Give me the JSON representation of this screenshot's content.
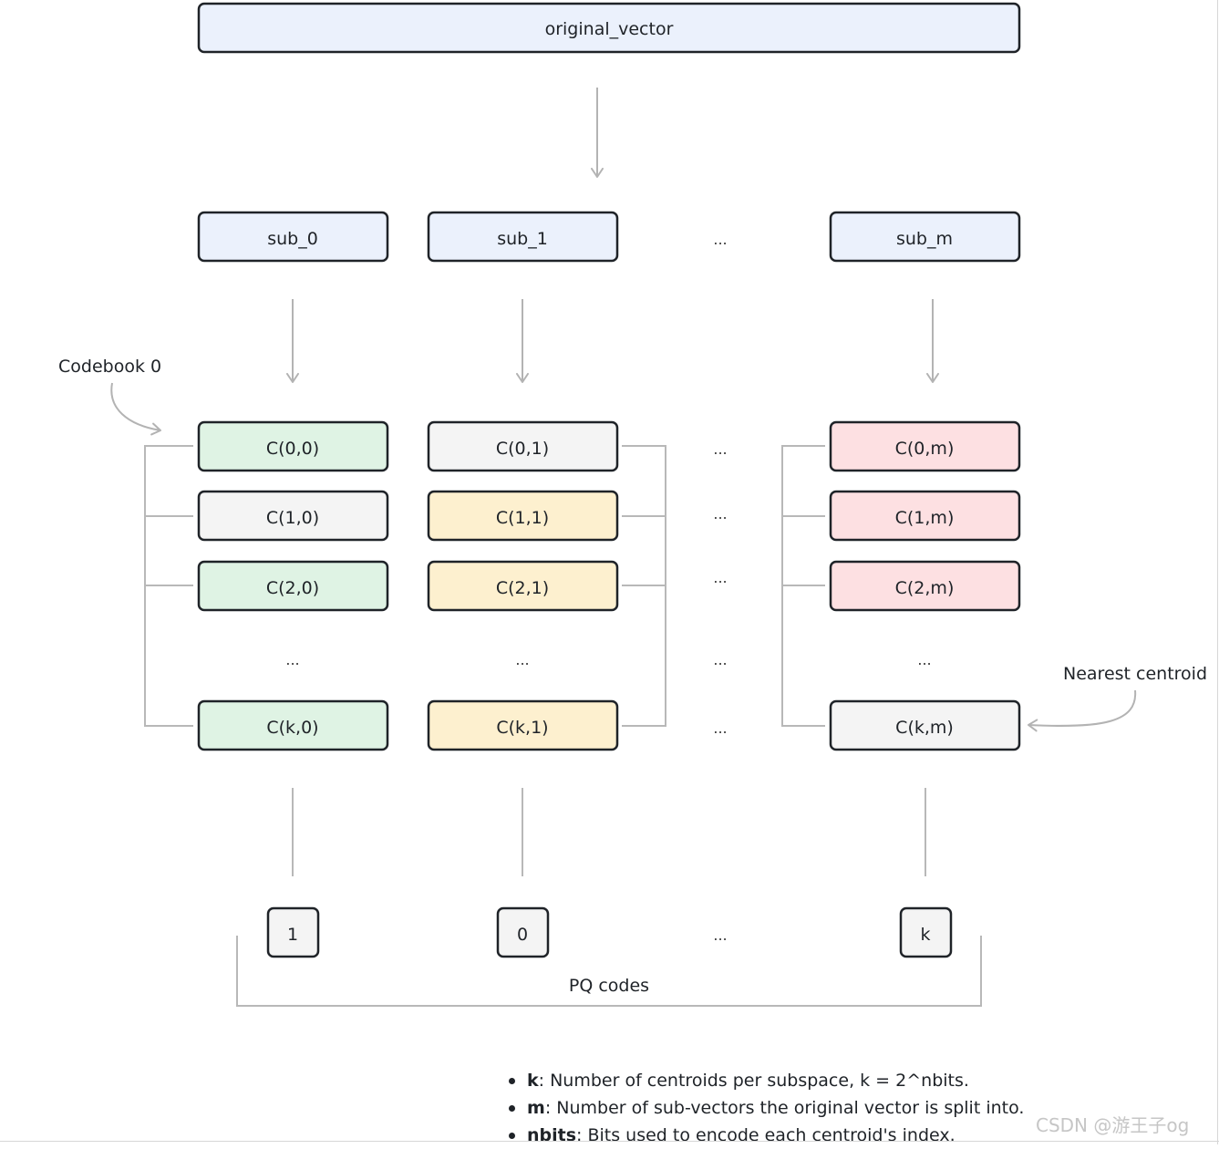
{
  "title_box": "original_vector",
  "subvectors": [
    "sub_0",
    "sub_1",
    "sub_m"
  ],
  "codebook_label": "Codebook 0",
  "nearest_label": "Nearest centroid",
  "codebooks": [
    {
      "id": "col0",
      "cells": [
        "C(0,0)",
        "C(1,0)",
        "C(2,0)",
        "...",
        "C(k,0)"
      ],
      "fills": [
        "#dff3e4",
        "#f4f4f4",
        "#dff3e4",
        null,
        "#dff3e4"
      ]
    },
    {
      "id": "col1",
      "cells": [
        "C(0,1)",
        "C(1,1)",
        "C(2,1)",
        "...",
        "C(k,1)"
      ],
      "fills": [
        "#f4f4f4",
        "#fdf0cf",
        "#fdf0cf",
        null,
        "#fdf0cf"
      ]
    },
    {
      "id": "colm",
      "cells": [
        "C(0,m)",
        "C(1,m)",
        "C(2,m)",
        "...",
        "C(k,m)"
      ],
      "fills": [
        "#fde0e2",
        "#fde0e2",
        "#fde0e2",
        null,
        "#f4f4f4"
      ]
    }
  ],
  "ellipsis": "...",
  "codes": [
    "1",
    "0",
    "k"
  ],
  "code_fill": "#f4f4f4",
  "subvector_fill": "#ebf1fc",
  "pq_label": "PQ codes",
  "legend": [
    {
      "term": "k",
      "text": ": Number of centroids per subspace, k = 2^nbits."
    },
    {
      "term": "m",
      "text": ": Number of sub-vectors the original vector is split into."
    },
    {
      "term": "nbits",
      "text": ": Bits used to encode each centroid's index."
    }
  ],
  "watermark": "CSDN @游王子og",
  "colors": {
    "stroke": "#1f2328",
    "connector": "#b8b8b8",
    "arrow": "#b3b3b3"
  }
}
